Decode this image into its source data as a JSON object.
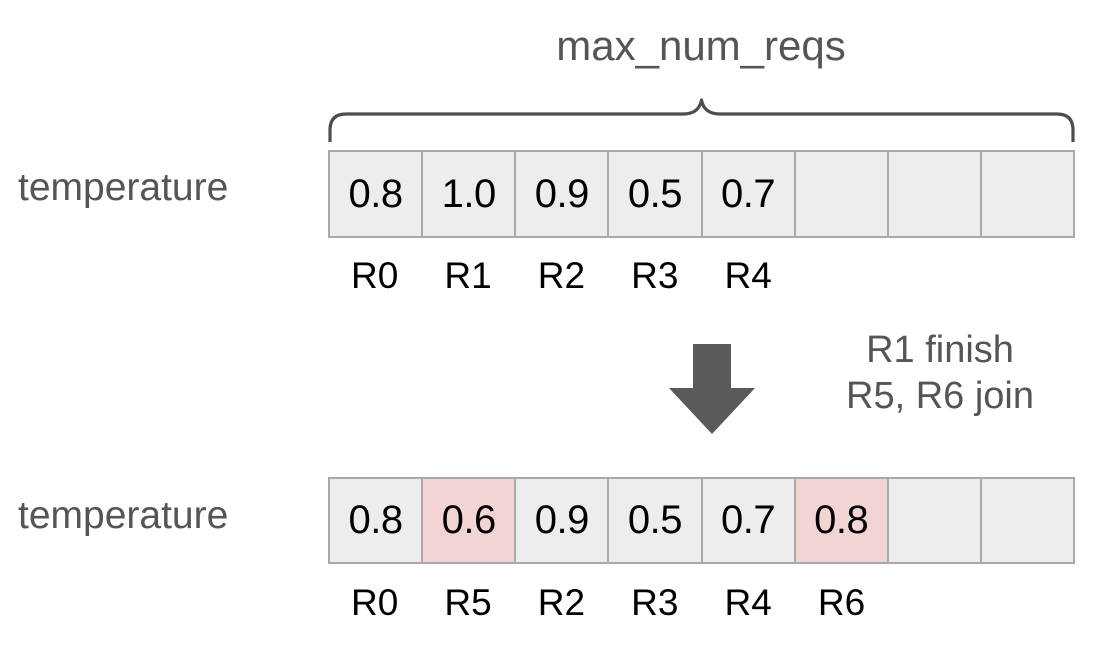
{
  "diagram": {
    "title": "max_num_reqs",
    "row_label": "temperature",
    "arrow_icon": "down-arrow-icon",
    "brace_icon": "curly-brace-icon",
    "colors": {
      "cell_fill": "#ededed",
      "cell_highlight": "#f2d4d4",
      "cell_border": "#a9a9a9",
      "label_text": "#555555",
      "value_text": "#000000",
      "arrow_fill": "#5a5a5a"
    },
    "annotation": {
      "line1": "R1 finish",
      "line2": "R5, R6 join"
    },
    "states": [
      {
        "name": "before",
        "label": "temperature",
        "cells": [
          {
            "value": "0.8",
            "highlight": false,
            "request": "R0"
          },
          {
            "value": "1.0",
            "highlight": false,
            "request": "R1"
          },
          {
            "value": "0.9",
            "highlight": false,
            "request": "R2"
          },
          {
            "value": "0.5",
            "highlight": false,
            "request": "R3"
          },
          {
            "value": "0.7",
            "highlight": false,
            "request": "R4"
          },
          {
            "value": "",
            "highlight": false,
            "request": ""
          },
          {
            "value": "",
            "highlight": false,
            "request": ""
          },
          {
            "value": "",
            "highlight": false,
            "request": ""
          }
        ]
      },
      {
        "name": "after",
        "label": "temperature",
        "cells": [
          {
            "value": "0.8",
            "highlight": false,
            "request": "R0"
          },
          {
            "value": "0.6",
            "highlight": true,
            "request": "R5"
          },
          {
            "value": "0.9",
            "highlight": false,
            "request": "R2"
          },
          {
            "value": "0.5",
            "highlight": false,
            "request": "R3"
          },
          {
            "value": "0.7",
            "highlight": false,
            "request": "R4"
          },
          {
            "value": "0.8",
            "highlight": true,
            "request": "R6"
          },
          {
            "value": "",
            "highlight": false,
            "request": ""
          },
          {
            "value": "",
            "highlight": false,
            "request": ""
          }
        ]
      }
    ]
  }
}
